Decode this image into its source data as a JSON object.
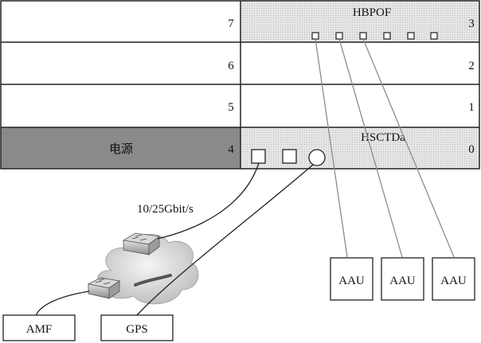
{
  "slots": {
    "left": [
      {
        "num": "7"
      },
      {
        "num": "6"
      },
      {
        "num": "5"
      },
      {
        "num": "4",
        "label": "电源"
      }
    ],
    "right": [
      {
        "num": "3",
        "board": "HBPOF"
      },
      {
        "num": "2"
      },
      {
        "num": "1"
      },
      {
        "num": "0",
        "board": "HSCTDa"
      }
    ]
  },
  "link_speed": "10/25Gbit/s",
  "aau_units": [
    "AAU",
    "AAU",
    "AAU"
  ],
  "amf_label": "AMF",
  "gps_label": "GPS",
  "colors": {
    "board_fill": "#d4d4d4",
    "power_fill": "#8a8a8a",
    "fiber_line": "#8c8c8c"
  }
}
